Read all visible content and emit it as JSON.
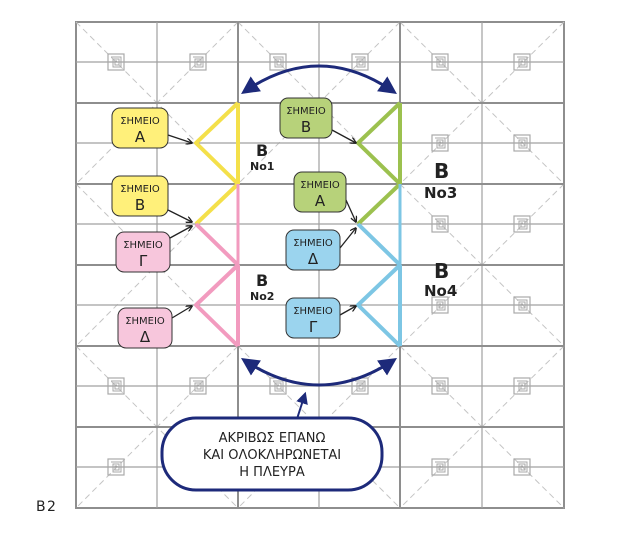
{
  "points": [
    {
      "id": "yA",
      "title": "ΣΗΜΕΙΟ",
      "letter": "Α"
    },
    {
      "id": "yB",
      "title": "ΣΗΜΕΙΟ",
      "letter": "Β"
    },
    {
      "id": "pG",
      "title": "ΣΗΜΕΙΟ",
      "letter": "Γ"
    },
    {
      "id": "pD",
      "title": "ΣΗΜΕΙΟ",
      "letter": "Δ"
    },
    {
      "id": "gB",
      "title": "ΣΗΜΕΙΟ",
      "letter": "Β"
    },
    {
      "id": "gA",
      "title": "ΣΗΜΕΙΟ",
      "letter": "Α"
    },
    {
      "id": "bD",
      "title": "ΣΗΜΕΙΟ",
      "letter": "Δ"
    },
    {
      "id": "bG",
      "title": "ΣΗΜΕΙΟ",
      "letter": "Γ"
    }
  ],
  "piece_labels": [
    {
      "id": "no1",
      "glyph": "Β",
      "text": "No1"
    },
    {
      "id": "no2",
      "glyph": "Β",
      "text": "No2"
    },
    {
      "id": "no3",
      "glyph": "Β",
      "text": "No3"
    },
    {
      "id": "no4",
      "glyph": "Β",
      "text": "No4"
    }
  ],
  "callout": {
    "lines": [
      "ΑΚΡΙΒΩΣ ΕΠΑΝΩ",
      "ΚΑΙ ΟΛΟΚΛΗΡΩΝΕΤΑΙ",
      "Η ΠΛΕΥΡΑ"
    ]
  },
  "footer": {
    "glyph": "Β",
    "number": "2"
  },
  "colors": {
    "grid": "#8e8e8e",
    "diag": "#b9b9b9",
    "arrow": "#1d2a7a",
    "yellow": "#f4e04a",
    "pink": "#f29bbf",
    "green": "#9cc14f",
    "blue": "#7dc6e4",
    "yellow_fill": "#fff07a",
    "pink_fill": "#f7c6dc",
    "green_fill": "#b7d27a",
    "blue_fill": "#9bd4ee"
  }
}
